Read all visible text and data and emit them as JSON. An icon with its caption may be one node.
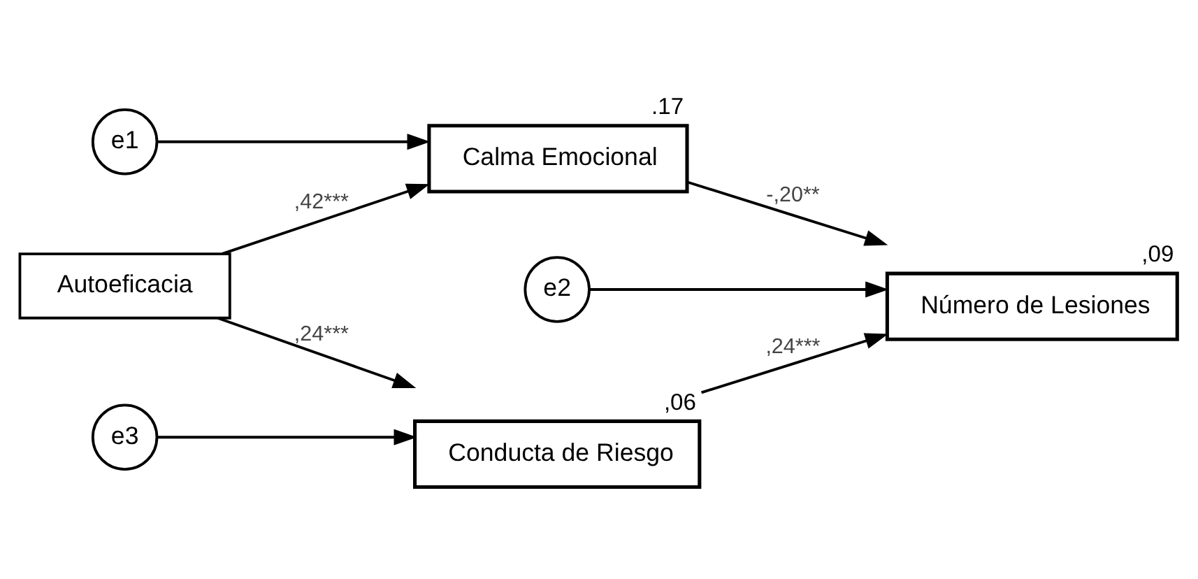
{
  "diagram": {
    "nodes": [
      {
        "text": [
          "e1"
        ]
      },
      {
        "text": [
          "Calma Emocional"
        ],
        "beside": [
          ".17"
        ]
      },
      {
        "text": [
          "e2"
        ]
      },
      {
        "text": [
          "Autoeficacia"
        ]
      },
      {
        "text": [
          "Número de Lesiones"
        ],
        "beside": [
          ",09"
        ]
      },
      {
        "text": [
          "e3"
        ]
      },
      {
        "text": [
          "Conducta de Riesgo"
        ],
        "beside": [
          ",06"
        ]
      }
    ],
    "edges": [
      {
        "from": 0,
        "to": 1,
        "arrow": "to"
      },
      {
        "from": 3,
        "to": 1,
        "arrow": "to",
        "label": ",42***"
      },
      {
        "from": 1,
        "to": 4,
        "arrow": "to",
        "label": "-,20**"
      },
      {
        "from": 2,
        "to": 4,
        "arrow": "to"
      },
      {
        "from": 3,
        "to": 6,
        "arrow": "to",
        "label": ",24***"
      },
      {
        "from": 5,
        "to": 6,
        "arrow": "to"
      },
      {
        "from": 6,
        "to": 4,
        "arrow": "to",
        "label": ",24***"
      }
    ]
  }
}
